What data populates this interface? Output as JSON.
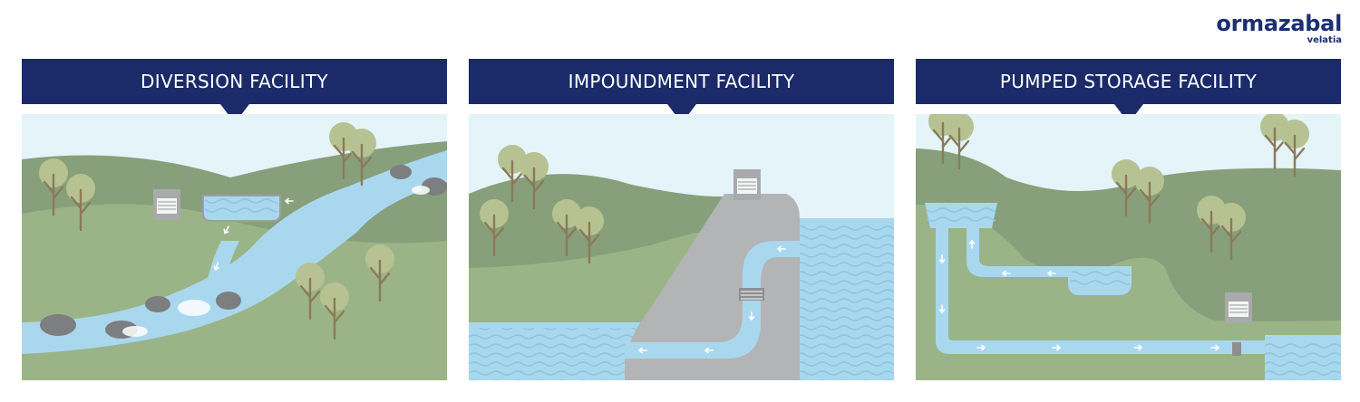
{
  "logo": {
    "brand": "ormazabal",
    "sub": "velatia"
  },
  "panels": [
    {
      "title": "DIVERSION FACILITY"
    },
    {
      "title": "IMPOUNDMENT FACILITY"
    },
    {
      "title": "PUMPED STORAGE FACILITY"
    }
  ],
  "colors": {
    "header": "#1b2b69",
    "sky": "#e4f4f9",
    "water": "#a9d8ee",
    "wave": "#8fc6e0",
    "hill_dark": "#87a07b",
    "hill_light": "#9bb487",
    "dam": "#b3b4b5",
    "tree": "#b6c291",
    "trunk": "#8c7a5a",
    "rock": "#7d7e80"
  }
}
